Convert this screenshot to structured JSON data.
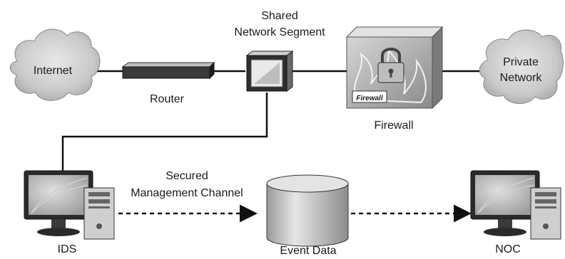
{
  "nodes": {
    "internet": "Internet",
    "router": "Router",
    "segment_line1": "Shared",
    "segment_line2": "Network Segment",
    "firewall": "Firewall",
    "firewall_badge": "Firewall",
    "private_line1": "Private",
    "private_line2": "Network",
    "ids": "IDS",
    "event_data": "Event Data",
    "noc": "NOC"
  },
  "channel": {
    "line1": "Secured",
    "line2": "Management Channel"
  }
}
